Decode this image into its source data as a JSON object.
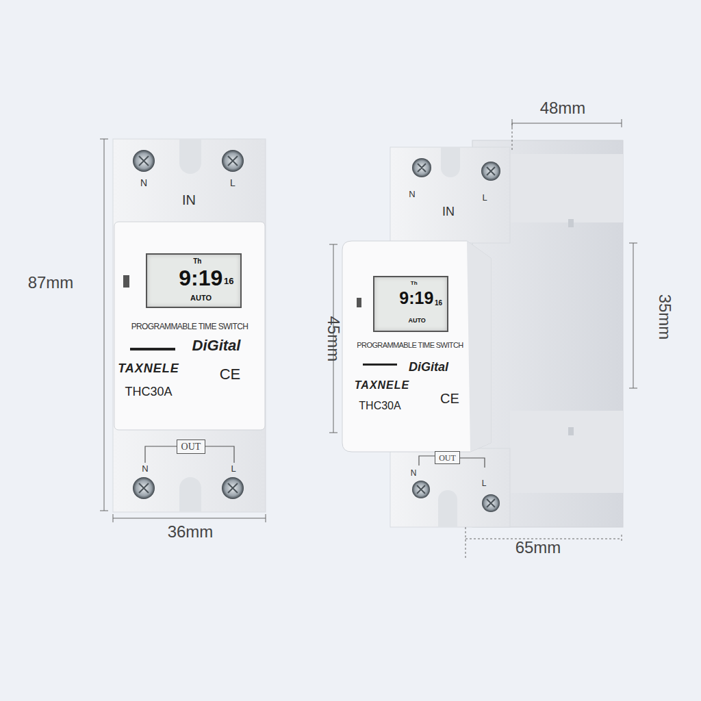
{
  "diagram": {
    "nodes": [
      {
        "text": [
          "Th",
          "9:19",
          "16",
          "AUTO"
        ]
      },
      {
        "text": [
          "OUT"
        ]
      },
      {
        "text": [
          "Th",
          "9:19",
          "16",
          "AUTO"
        ]
      },
      {
        "text": [
          "OUT"
        ]
      }
    ],
    "labels": [
      "N",
      "L",
      "IN",
      "PROGRAMMABLE TIME SWITCH",
      "DiGital",
      "TAXNELE",
      "CE",
      "THC30A",
      "N",
      "L",
      "N",
      "L",
      "IN",
      "PROGRAMMABLE TIME SWITCH",
      "DiGital",
      "TAXNELE",
      "CE",
      "THC30A",
      "N",
      "L",
      "87mm",
      "36mm",
      "48mm",
      "45mm",
      "35mm",
      "65mm"
    ]
  }
}
